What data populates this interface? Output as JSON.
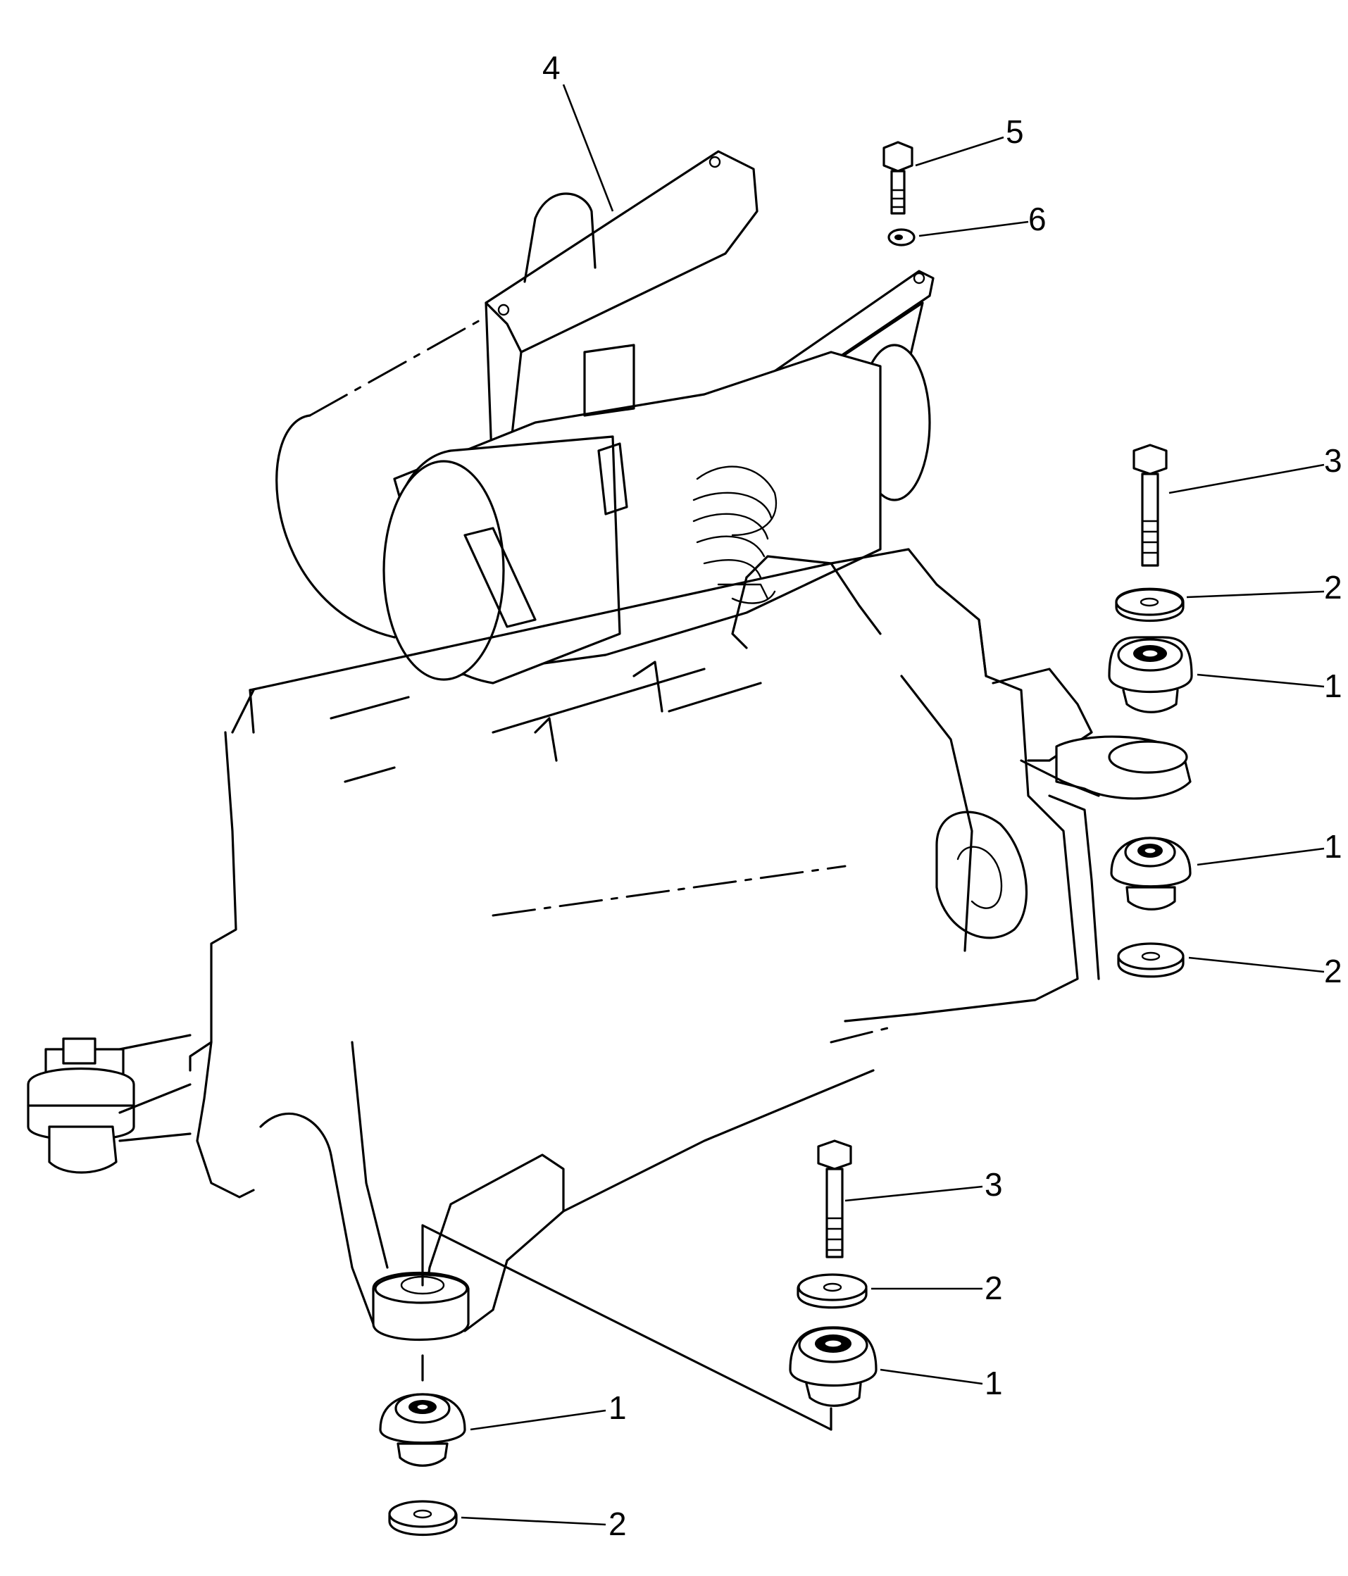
{
  "callouts": {
    "c4": "4",
    "c5": "5",
    "c6": "6",
    "c3_upper": "3",
    "c2_upper": "2",
    "c1_upper": "1",
    "c1_mid": "1",
    "c2_mid": "2",
    "c3_lower": "3",
    "c2_lower": "2",
    "c1_lower": "1",
    "c1_bottom": "1",
    "c2_bottom": "2"
  }
}
